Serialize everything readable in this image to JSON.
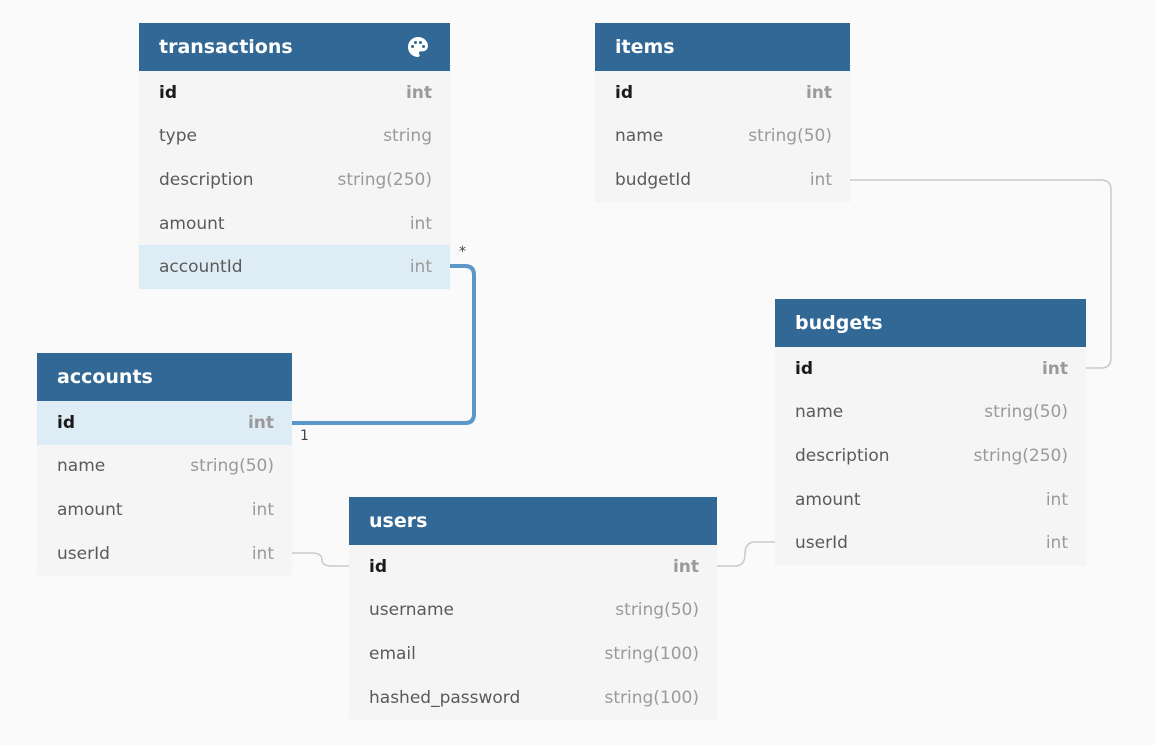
{
  "colors": {
    "header": "#326895",
    "row_bg": "#f5f5f5",
    "highlight_row": "#deedf5",
    "active_relation": "#5b97c9",
    "relation": "#c9c9c9"
  },
  "tables": {
    "transactions": {
      "name": "transactions",
      "icon": "palette-icon",
      "fields": [
        {
          "name": "id",
          "type": "int"
        },
        {
          "name": "type",
          "type": "string"
        },
        {
          "name": "description",
          "type": "string(250)"
        },
        {
          "name": "amount",
          "type": "int"
        },
        {
          "name": "accountId",
          "type": "int"
        }
      ]
    },
    "items": {
      "name": "items",
      "fields": [
        {
          "name": "id",
          "type": "int"
        },
        {
          "name": "name",
          "type": "string(50)"
        },
        {
          "name": "budgetId",
          "type": "int"
        }
      ]
    },
    "accounts": {
      "name": "accounts",
      "fields": [
        {
          "name": "id",
          "type": "int"
        },
        {
          "name": "name",
          "type": "string(50)"
        },
        {
          "name": "amount",
          "type": "int"
        },
        {
          "name": "userId",
          "type": "int"
        }
      ]
    },
    "budgets": {
      "name": "budgets",
      "fields": [
        {
          "name": "id",
          "type": "int"
        },
        {
          "name": "name",
          "type": "string(50)"
        },
        {
          "name": "description",
          "type": "string(250)"
        },
        {
          "name": "amount",
          "type": "int"
        },
        {
          "name": "userId",
          "type": "int"
        }
      ]
    },
    "users": {
      "name": "users",
      "fields": [
        {
          "name": "id",
          "type": "int"
        },
        {
          "name": "username",
          "type": "string(50)"
        },
        {
          "name": "email",
          "type": "string(100)"
        },
        {
          "name": "hashed_password",
          "type": "string(100)"
        }
      ]
    }
  },
  "relations": {
    "transactions_accounts": {
      "from": "transactions.accountId",
      "to": "accounts.id",
      "from_cardinality": "*",
      "to_cardinality": "1"
    },
    "items_budgets": {
      "from": "items.budgetId",
      "to": "budgets.id"
    },
    "accounts_users": {
      "from": "accounts.userId",
      "to": "users.id"
    },
    "budgets_users": {
      "from": "budgets.userId",
      "to": "users.id"
    }
  }
}
